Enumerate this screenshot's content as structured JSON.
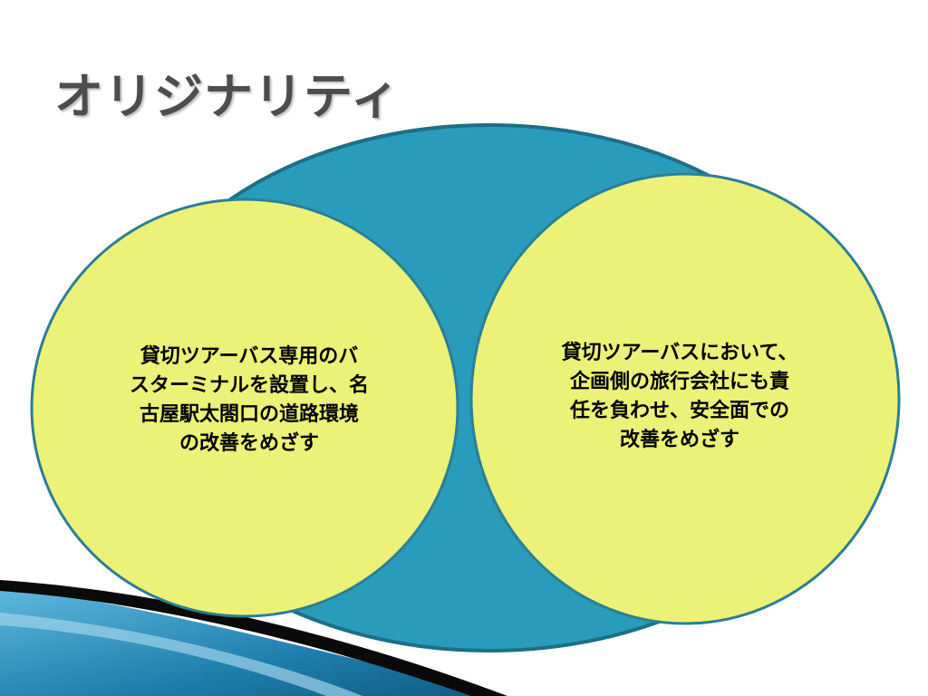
{
  "slide": {
    "title": "オリジナリティ"
  },
  "diagram": {
    "colors": {
      "ellipse_fill": "#2a9cbb",
      "ellipse_stroke": "#1d6f86",
      "circle_fill": "#ecf177",
      "circle_stroke": "#2a7f96",
      "swoosh_blue": "#1f7fae",
      "swoosh_dark": "#0a0a0a"
    },
    "left_circle": {
      "lines": [
        "貸切ツアーバス専用のバ",
        "スターミナルを設置し、名",
        "古屋駅太閤口の道路環境",
        "の改善をめざす"
      ]
    },
    "right_circle": {
      "lines": [
        "貸切ツアーバスにおいて、",
        "企画側の旅行会社にも責",
        "任を負わせ、安全面での",
        "改善をめざす"
      ]
    }
  }
}
